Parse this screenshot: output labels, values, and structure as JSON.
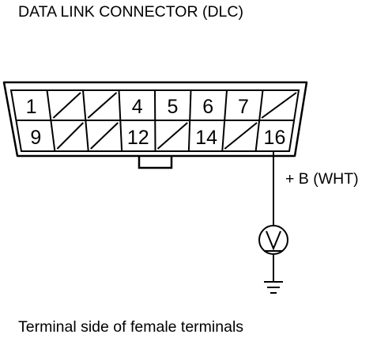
{
  "title": "DATA LINK CONNECTOR (DLC)",
  "caption": "Terminal side of female terminals",
  "connector": {
    "row_top": [
      "1",
      "",
      "",
      "4",
      "5",
      "6",
      "7",
      ""
    ],
    "row_bottom": [
      "9",
      "",
      "",
      "12",
      "",
      "14",
      "",
      "16"
    ]
  },
  "wire": {
    "label": "+ B (WHT)"
  },
  "meter": {
    "symbol": "V",
    "icon": "voltmeter-icon"
  },
  "ground": {
    "icon": "ground-icon"
  }
}
